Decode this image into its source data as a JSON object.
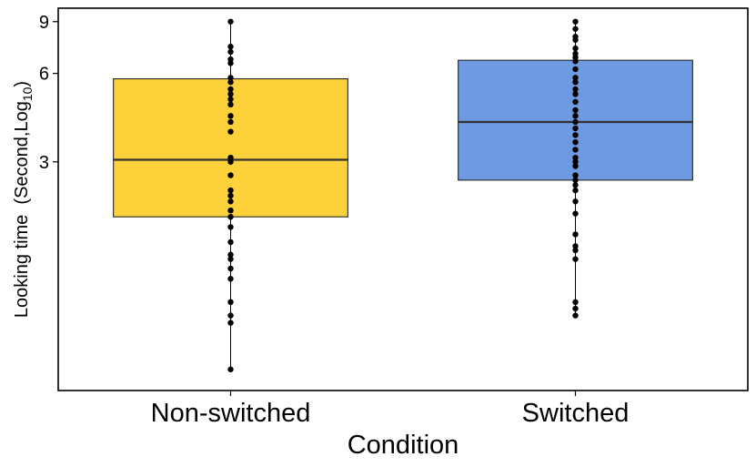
{
  "chart_data": {
    "type": "box",
    "xlabel": "Condition",
    "ylabel": "Looking time",
    "ylabel_suffix_open": "(Second,Log",
    "ylabel_subscript": "10",
    "ylabel_suffix_close": ")",
    "y_scale": "log10",
    "y_ticks": [
      3,
      6,
      9
    ],
    "ylim": [
      0.5,
      10
    ],
    "grid": false,
    "categories": [
      "Non-switched",
      "Switched"
    ],
    "boxes": [
      {
        "category": "Non-switched",
        "color": "#FDD13A",
        "q1": 1.95,
        "median": 3.05,
        "q3": 5.75,
        "min": 0.59,
        "max": 9.0,
        "points": [
          9.0,
          7.4,
          7.1,
          6.7,
          6.5,
          5.8,
          5.6,
          5.3,
          5.1,
          4.9,
          4.7,
          4.3,
          4.1,
          3.8,
          3.1,
          3.0,
          2.7,
          2.4,
          2.3,
          2.2,
          2.05,
          1.95,
          1.8,
          1.6,
          1.45,
          1.4,
          1.3,
          1.2,
          1.0,
          0.9,
          0.85,
          0.59
        ]
      },
      {
        "category": "Switched",
        "color": "#6E9AE2",
        "q1": 2.6,
        "median": 4.1,
        "q3": 6.65,
        "min": 0.9,
        "max": 9.0,
        "points": [
          9.0,
          8.5,
          8.0,
          7.8,
          7.3,
          7.0,
          6.8,
          6.6,
          6.2,
          5.8,
          5.6,
          5.3,
          5.1,
          4.8,
          4.5,
          4.3,
          4.1,
          3.9,
          3.7,
          3.5,
          3.3,
          3.1,
          3.0,
          2.9,
          2.7,
          2.6,
          2.5,
          2.4,
          2.2,
          2.0,
          1.7,
          1.55,
          1.5,
          1.4,
          1.0,
          0.95,
          0.9
        ]
      }
    ],
    "box_edge_color": "#333333",
    "point_color": "#000000"
  }
}
